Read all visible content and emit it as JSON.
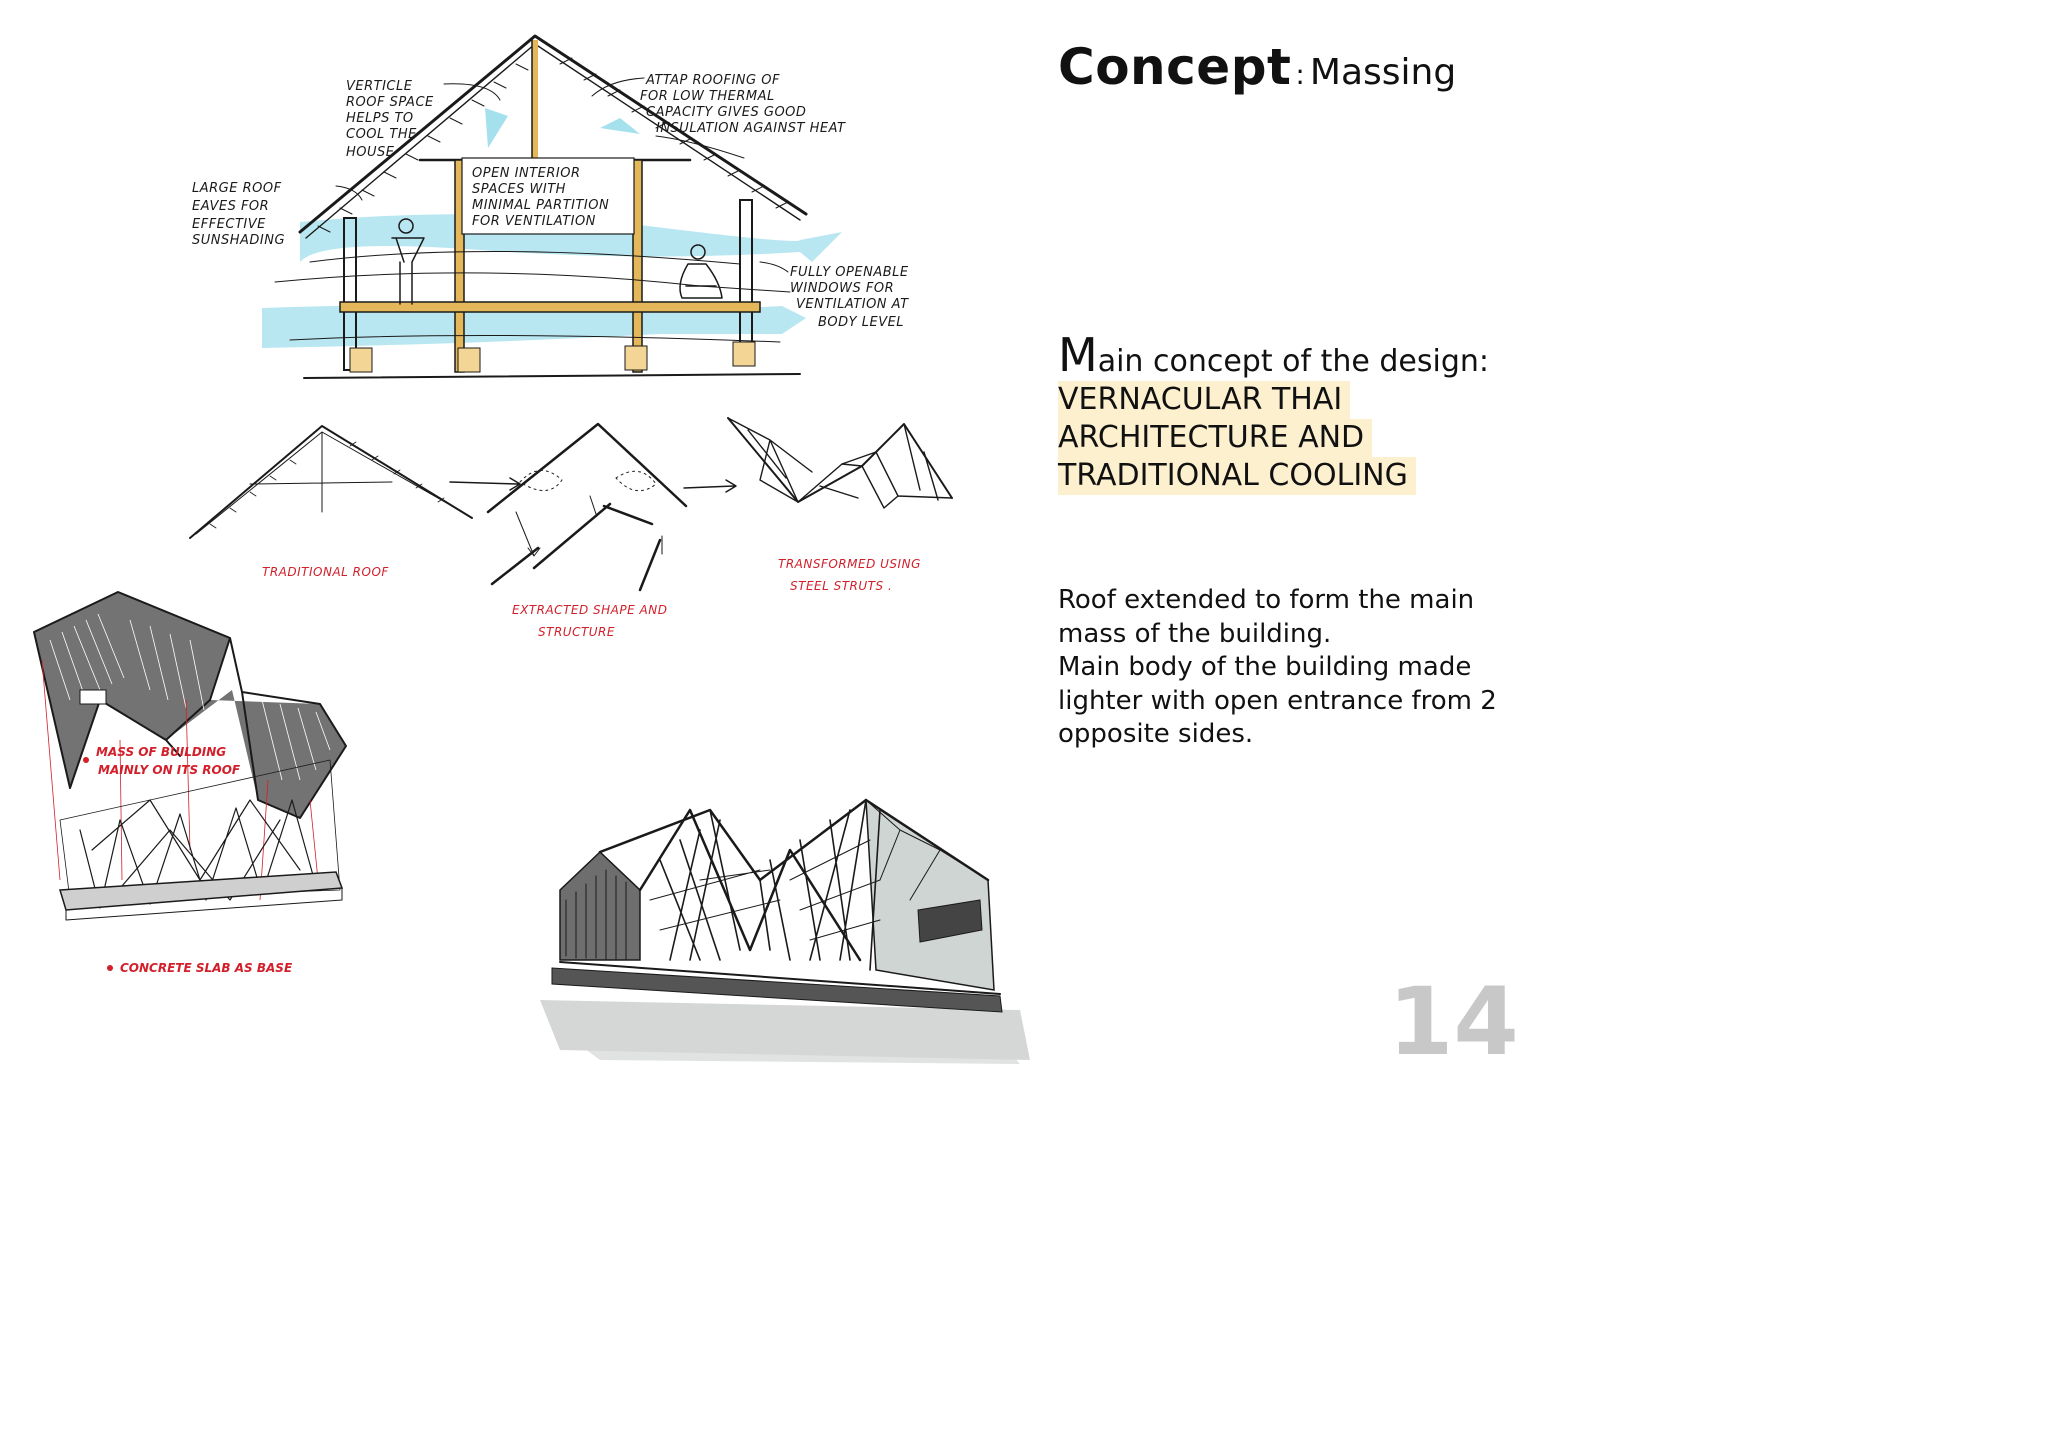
{
  "header": {
    "title": "Concept",
    "separator": ":",
    "subtitle": "Massing"
  },
  "concept": {
    "lead_capital": "M",
    "lead_rest": "ain concept of the design:",
    "highlight_lines": [
      "VERNACULAR THAI",
      "ARCHITECTURE AND",
      "TRADITIONAL COOLING"
    ],
    "highlight_color": "#fdf0cf"
  },
  "description": [
    "Roof extended to form the main mass of the building.",
    "Main body of the building made lighter with open entrance from 2 opposite sides."
  ],
  "page_number": "14",
  "section_sketch": {
    "annotations": {
      "vertical_roof": [
        "VERTICLE",
        "ROOF SPACE",
        "HELPS TO",
        "COOL THE",
        "HOUSE"
      ],
      "attap": [
        "ATTAP ROOFING OF",
        "FOR LOW THERMAL",
        "CAPACITY GIVES GOOD",
        "INSULATION AGAINST HEAT"
      ],
      "eaves": [
        "LARGE ROOF",
        "EAVES FOR",
        "EFFECTIVE",
        "SUNSHADING"
      ],
      "interior": [
        "OPEN INTERIOR",
        "SPACES WITH",
        "MINIMAL PARTITION",
        "FOR VENTILATION"
      ],
      "windows": [
        "FULLY OPENABLE",
        "WINDOWS FOR",
        "VENTILATION AT",
        "BODY LEVEL"
      ]
    }
  },
  "roof_transformation": {
    "traditional": "TRADITIONAL ROOF",
    "extracted": [
      "EXTRACTED SHAPE AND",
      "STRUCTURE"
    ],
    "transformed": [
      "TRANSFORMED USING",
      "STEEL STRUTS ."
    ]
  },
  "axonometric": {
    "mass_note": [
      "MASS OF BUILDING",
      "MAINLY ON ITS ROOF"
    ],
    "base_note": "CONCRETE SLAB AS BASE"
  },
  "colors": {
    "airflow": "#7fd3e6",
    "timber": "#e3b75a",
    "annotation_red": "#d21f2a",
    "page_number": "#c8c8c8"
  }
}
